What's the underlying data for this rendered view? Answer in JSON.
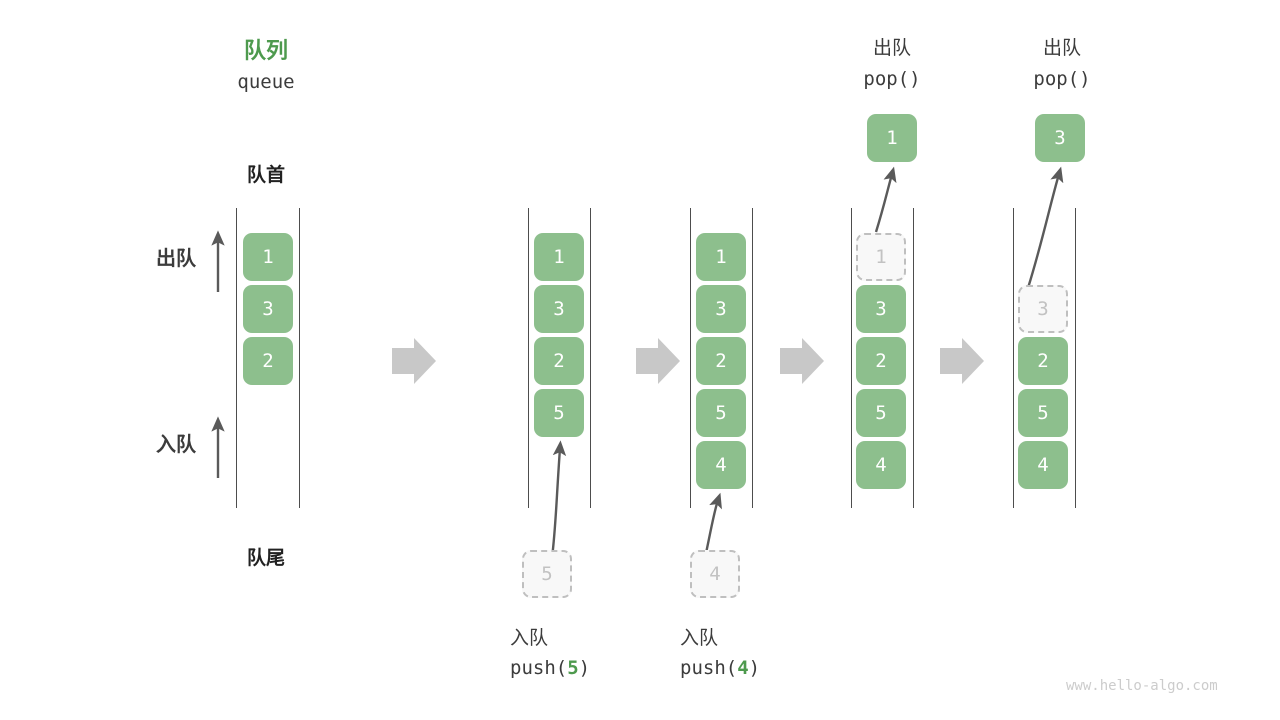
{
  "diagram": {
    "title_cn": "队列",
    "title_en": "queue",
    "front_label": "队首",
    "rear_label": "队尾",
    "dequeue_label": "出队",
    "enqueue_label": "入队",
    "watermark": "www.hello-algo.com",
    "colors": {
      "accent_green": "#4e9a4e",
      "cell_green": "#8dbf8d",
      "ghost_border": "#bfbfbf",
      "ghost_fill": "#f8f8f8",
      "ghost_text": "#c2c2c2",
      "rail": "#4d4d4d",
      "arrow": "#5a5a5a",
      "step_arrow": "#c8c8c8",
      "text_dark": "#3c3c3c",
      "watermark": "#cccccc"
    }
  },
  "chart_data": {
    "type": "diagram",
    "title": "队列 queue",
    "stages": [
      {
        "id": "initial",
        "header_cn": "队列",
        "header_en": "queue",
        "cells": [
          "1",
          "3",
          "2"
        ],
        "ghost": null,
        "popped": null,
        "caption_cn": null,
        "caption_code": null
      },
      {
        "id": "push-5",
        "header_cn": null,
        "header_en": null,
        "cells": [
          "1",
          "3",
          "2",
          "5"
        ],
        "ghost": "5",
        "ghost_position": "below",
        "popped": null,
        "caption_cn": "入队",
        "caption_code": "push(5)",
        "caption_num": "5"
      },
      {
        "id": "push-4",
        "header_cn": null,
        "header_en": null,
        "cells": [
          "1",
          "3",
          "2",
          "5",
          "4"
        ],
        "ghost": "4",
        "ghost_position": "below",
        "popped": null,
        "caption_cn": "入队",
        "caption_code": "push(4)",
        "caption_num": "4"
      },
      {
        "id": "pop-1",
        "header_cn": "出队",
        "header_en": "pop()",
        "cells": [
          "3",
          "2",
          "5",
          "4"
        ],
        "ghost": "1",
        "ghost_position": "slot-1",
        "popped": "1",
        "caption_cn": null,
        "caption_code": null
      },
      {
        "id": "pop-3",
        "header_cn": "出队",
        "header_en": "pop()",
        "cells": [
          "2",
          "5",
          "4"
        ],
        "ghost": "3",
        "ghost_position": "slot-2",
        "popped": "3",
        "caption_cn": null,
        "caption_code": null
      }
    ],
    "annotations": {
      "front": "队首",
      "rear": "队尾",
      "dequeue_direction": "出队",
      "enqueue_direction": "入队"
    }
  },
  "labels": {
    "stage1": {
      "title_cn": "队列",
      "title_en": "queue",
      "front": "队首",
      "rear": "队尾"
    },
    "stage2": {
      "caption_cn": "入队",
      "code_pre": "push(",
      "code_num": "5",
      "code_post": ")"
    },
    "stage3": {
      "caption_cn": "入队",
      "code_pre": "push(",
      "code_num": "4",
      "code_post": ")"
    },
    "stage4": {
      "header_cn": "出队",
      "header_code": "pop()"
    },
    "stage5": {
      "header_cn": "出队",
      "header_code": "pop()"
    },
    "dequeue": "出队",
    "enqueue": "入队"
  },
  "cells": {
    "stage1": [
      "1",
      "3",
      "2"
    ],
    "stage2": [
      "1",
      "3",
      "2",
      "5"
    ],
    "stage2_ghost": "5",
    "stage3": [
      "1",
      "3",
      "2",
      "5",
      "4"
    ],
    "stage3_ghost": "4",
    "stage4": [
      "3",
      "2",
      "5",
      "4"
    ],
    "stage4_ghost": "1",
    "stage4_popped": "1",
    "stage5": [
      "2",
      "5",
      "4"
    ],
    "stage5_ghost": "3",
    "stage5_popped": "3"
  },
  "watermark": {
    "text": "www.hello-algo.com"
  }
}
